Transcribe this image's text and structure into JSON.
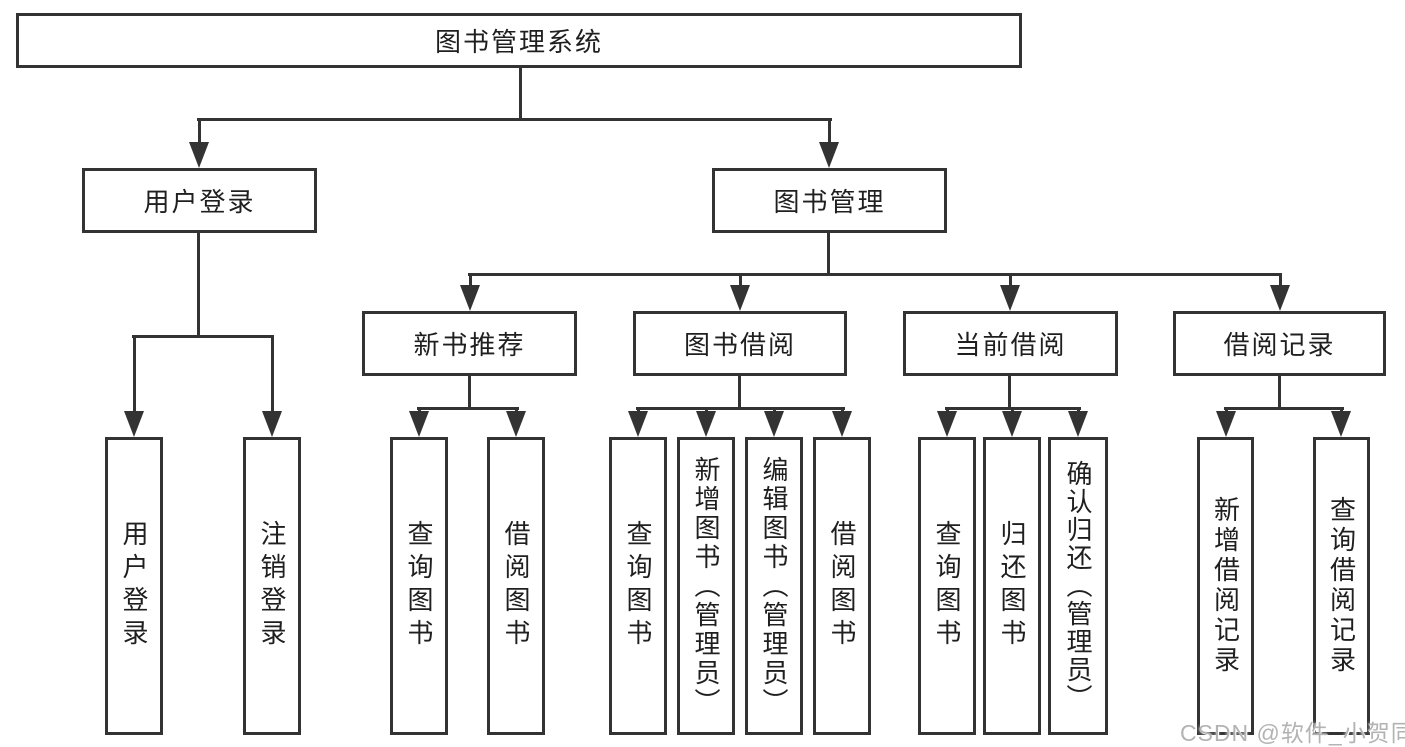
{
  "root": {
    "label": "图书管理系统"
  },
  "level2": {
    "user_login": {
      "label": "用户登录"
    },
    "book_mgmt": {
      "label": "图书管理"
    }
  },
  "level3": {
    "new_book_rec": {
      "label": "新书推荐"
    },
    "book_borrow": {
      "label": "图书借阅"
    },
    "current_borrow": {
      "label": "当前借阅"
    },
    "borrow_records": {
      "label": "借阅记录"
    }
  },
  "leaves": {
    "user_login": "用户登录",
    "logout": "注销登录",
    "nb_query_book": "查询图书",
    "nb_borrow_book": "借阅图书",
    "bb_query_book": "查询图书",
    "bb_add_book": "新增图书（管理员）",
    "bb_edit_book": "编辑图书（管理员）",
    "bb_borrow_book": "借阅图书",
    "cb_query_book": "查询图书",
    "cb_return_book": "归还图书",
    "cb_confirm_return": "确认归还（管理员）",
    "rec_add_record": "新增借阅记录",
    "rec_query_record": "查询借阅记录"
  },
  "watermark": "CSDN @软件_小贺同学",
  "colors": {
    "line": "#333333",
    "text": "#1f1f1f",
    "watermark": "#b3b3b3",
    "background": "#ffffff"
  }
}
